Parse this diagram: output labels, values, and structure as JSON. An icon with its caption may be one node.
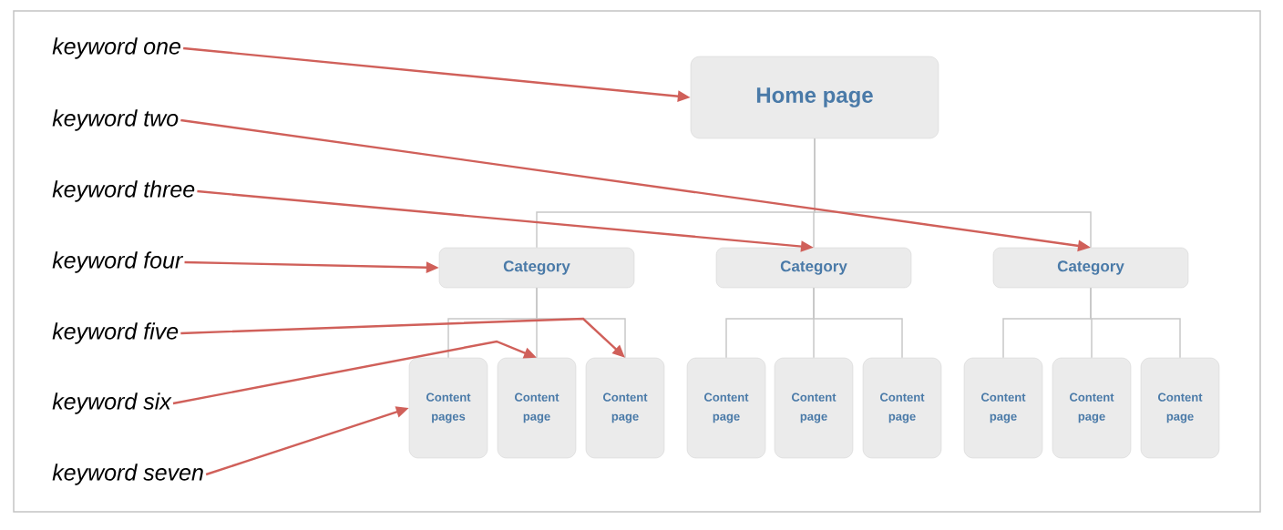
{
  "diagram": {
    "nodes": [
      {
        "text": [
          "keyword one"
        ]
      },
      {
        "text": [
          "keyword two"
        ]
      },
      {
        "text": [
          "keyword three"
        ]
      },
      {
        "text": [
          "keyword four"
        ]
      },
      {
        "text": [
          "keyword five"
        ]
      },
      {
        "text": [
          "keyword six"
        ]
      },
      {
        "text": [
          "keyword seven"
        ]
      },
      {
        "text": [
          "Home page"
        ]
      },
      {
        "text": [
          "Category"
        ]
      },
      {
        "text": [
          "Category"
        ]
      },
      {
        "text": [
          "Category"
        ]
      },
      {
        "text": [
          "Content pages"
        ]
      },
      {
        "text": [
          "Content page"
        ]
      },
      {
        "text": [
          "Content page"
        ]
      },
      {
        "text": [
          "Content page"
        ]
      },
      {
        "text": [
          "Content page"
        ]
      },
      {
        "text": [
          "Content page"
        ]
      },
      {
        "text": [
          "Content page"
        ]
      },
      {
        "text": [
          "Content page"
        ]
      },
      {
        "text": [
          "Content page"
        ]
      }
    ],
    "edges": [
      {
        "from": 7,
        "to": 8,
        "arrow": "none"
      },
      {
        "from": 7,
        "to": 9,
        "arrow": "none"
      },
      {
        "from": 7,
        "to": 10,
        "arrow": "none"
      },
      {
        "from": 8,
        "to": 11,
        "arrow": "none"
      },
      {
        "from": 8,
        "to": 12,
        "arrow": "none"
      },
      {
        "from": 8,
        "to": 13,
        "arrow": "none"
      },
      {
        "from": 9,
        "to": 14,
        "arrow": "none"
      },
      {
        "from": 9,
        "to": 15,
        "arrow": "none"
      },
      {
        "from": 9,
        "to": 16,
        "arrow": "none"
      },
      {
        "from": 10,
        "to": 17,
        "arrow": "none"
      },
      {
        "from": 10,
        "to": 18,
        "arrow": "none"
      },
      {
        "from": 10,
        "to": 19,
        "arrow": "none"
      },
      {
        "from": 0,
        "to": 7,
        "arrow": "to",
        "color": "#d0605a"
      },
      {
        "from": 1,
        "to": 10,
        "arrow": "to",
        "color": "#d0605a"
      },
      {
        "from": 2,
        "to": 9,
        "arrow": "to",
        "color": "#d0605a"
      },
      {
        "from": 3,
        "to": 8,
        "arrow": "to",
        "color": "#d0605a"
      },
      {
        "from": 4,
        "to": 13,
        "arrow": "to",
        "color": "#d0605a"
      },
      {
        "from": 5,
        "to": 12,
        "arrow": "to",
        "color": "#d0605a"
      },
      {
        "from": 6,
        "to": 11,
        "arrow": "to",
        "color": "#d0605a"
      }
    ]
  }
}
